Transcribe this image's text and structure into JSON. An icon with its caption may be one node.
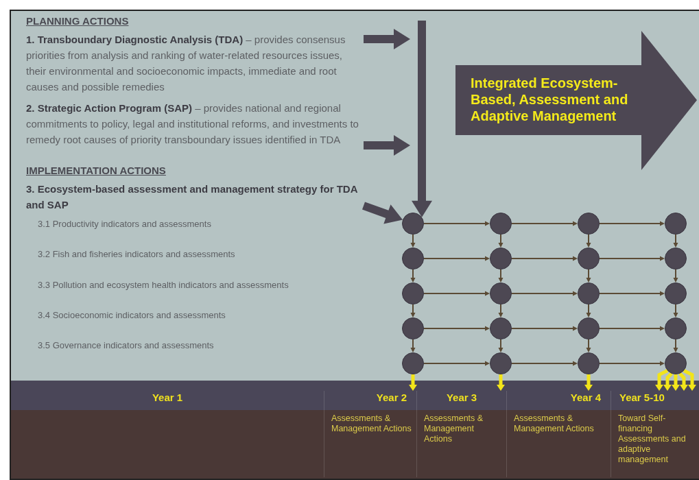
{
  "diagram": {
    "nodes": [
      {
        "text": [
          "**1. Transboundary Diagnostic Analysis (TDA)** – provides consensus priorities from analysis and ranking of water-related resources issues, their environmental and socioeconomic impacts, immediate and root causes and possible remedies"
        ]
      },
      {
        "text": [
          "**2. Strategic Action Program (SAP)** – provides national and regional commitments to policy, legal and institutional reforms, and investments to remedy root causes of priority transboundary issues identified in TDA"
        ]
      },
      {
        "text": [
          "3. Ecosystem-based assessment and management strategy for TDA and SAP"
        ]
      },
      {
        "text": [
          "Integrated Ecosystem-Based, Assessment and Adaptive Management"
        ]
      },
      {
        "text": [],
        "shape": "circle"
      },
      {
        "text": [],
        "shape": "circle"
      },
      {
        "text": [],
        "shape": "circle"
      },
      {
        "text": [],
        "shape": "circle"
      },
      {
        "text": [],
        "shape": "circle"
      },
      {
        "text": [],
        "shape": "circle"
      },
      {
        "text": [],
        "shape": "circle"
      },
      {
        "text": [],
        "shape": "circle"
      },
      {
        "text": [],
        "shape": "circle"
      },
      {
        "text": [],
        "shape": "circle"
      },
      {
        "text": [],
        "shape": "circle"
      },
      {
        "text": [],
        "shape": "circle"
      },
      {
        "text": [],
        "shape": "circle"
      },
      {
        "text": [],
        "shape": "circle"
      },
      {
        "text": [],
        "shape": "circle"
      },
      {
        "text": [],
        "shape": "circle"
      },
      {
        "text": [],
        "shape": "circle"
      },
      {
        "text": [],
        "shape": "circle"
      },
      {
        "text": [],
        "shape": "circle"
      },
      {
        "text": [],
        "shape": "circle"
      },
      {
        "text": [
          "Year 1"
        ]
      },
      {
        "text": [
          "Year 2",
          "Assessments & Management Actions"
        ]
      },
      {
        "text": [
          "Year 3",
          "Assessments & Management Actions"
        ]
      },
      {
        "text": [
          "Year 4",
          "Assessments & Management Actions"
        ]
      },
      {
        "text": [
          "Year 5-10",
          "Toward Self-financing Assessments and adaptive management"
        ]
      }
    ],
    "edges": [
      {
        "from": 0,
        "to": null,
        "arrow": "to",
        "style": "thick",
        "color": "#4c4753"
      },
      {
        "from": 1,
        "to": null,
        "arrow": "to",
        "style": "thick",
        "color": "#4c4753"
      },
      {
        "from": 2,
        "to": 4,
        "arrow": "to",
        "style": "thick",
        "color": "#4c4753"
      },
      {
        "from": null,
        "to": 4,
        "arrow": "to",
        "style": "thick",
        "color": "#4c4753"
      },
      {
        "from": 4,
        "to": 5,
        "arrow": "to"
      },
      {
        "from": 5,
        "to": 6,
        "arrow": "to"
      },
      {
        "from": 6,
        "to": 7,
        "arrow": "to"
      },
      {
        "from": 8,
        "to": 9,
        "arrow": "to"
      },
      {
        "from": 9,
        "to": 10,
        "arrow": "to"
      },
      {
        "from": 10,
        "to": 11,
        "arrow": "to"
      },
      {
        "from": 12,
        "to": 13,
        "arrow": "to"
      },
      {
        "from": 13,
        "to": 14,
        "arrow": "to"
      },
      {
        "from": 14,
        "to": 15,
        "arrow": "to"
      },
      {
        "from": 16,
        "to": 17,
        "arrow": "to"
      },
      {
        "from": 17,
        "to": 18,
        "arrow": "to"
      },
      {
        "from": 18,
        "to": 19,
        "arrow": "to"
      },
      {
        "from": 20,
        "to": 21,
        "arrow": "to"
      },
      {
        "from": 21,
        "to": 22,
        "arrow": "to"
      },
      {
        "from": 22,
        "to": 23,
        "arrow": "to"
      },
      {
        "from": 4,
        "to": 8,
        "arrow": "to"
      },
      {
        "from": 8,
        "to": 12,
        "arrow": "to"
      },
      {
        "from": 12,
        "to": 16,
        "arrow": "to"
      },
      {
        "from": 16,
        "to": 20,
        "arrow": "to"
      },
      {
        "from": 5,
        "to": 9,
        "arrow": "to"
      },
      {
        "from": 9,
        "to": 13,
        "arrow": "to"
      },
      {
        "from": 13,
        "to": 17,
        "arrow": "to"
      },
      {
        "from": 17,
        "to": 21,
        "arrow": "to"
      },
      {
        "from": 6,
        "to": 10,
        "arrow": "to"
      },
      {
        "from": 10,
        "to": 14,
        "arrow": "to"
      },
      {
        "from": 14,
        "to": 18,
        "arrow": "to"
      },
      {
        "from": 18,
        "to": 22,
        "arrow": "to"
      },
      {
        "from": 7,
        "to": 11,
        "arrow": "to"
      },
      {
        "from": 11,
        "to": 15,
        "arrow": "to"
      },
      {
        "from": 15,
        "to": 19,
        "arrow": "to"
      },
      {
        "from": 19,
        "to": 23,
        "arrow": "to"
      },
      {
        "from": 20,
        "to": 25,
        "arrow": "to",
        "style": "thick",
        "color": "#f2e41a"
      },
      {
        "from": 21,
        "to": 26,
        "arrow": "to",
        "style": "thick",
        "color": "#f2e41a"
      },
      {
        "from": 22,
        "to": 27,
        "arrow": "to",
        "style": "thick",
        "color": "#f2e41a"
      },
      {
        "from": 23,
        "to": 28,
        "arrow": "to",
        "style": "thick",
        "color": "#f2e41a"
      },
      {
        "from": 23,
        "to": 28,
        "arrow": "to",
        "style": "thick",
        "color": "#f2e41a"
      },
      {
        "from": 23,
        "to": 28,
        "arrow": "to",
        "style": "thick",
        "color": "#f2e41a"
      },
      {
        "from": 23,
        "to": 28,
        "arrow": "to",
        "style": "thick",
        "color": "#f2e41a"
      },
      {
        "from": 23,
        "to": 28,
        "arrow": "to",
        "style": "thick",
        "color": "#f2e41a"
      }
    ],
    "labels": [
      "PLANNING ACTIONS",
      "IMPLEMENTATION ACTIONS",
      "3.1 Productivity indicators and assessments",
      "3.2 Fish and fisheries indicators and assessments",
      "3.3 Pollution and ecosystem health indicators and assessments",
      "3.4 Socioeconomic indicators and assessments",
      "3.5 Governance indicators and assessments"
    ]
  }
}
